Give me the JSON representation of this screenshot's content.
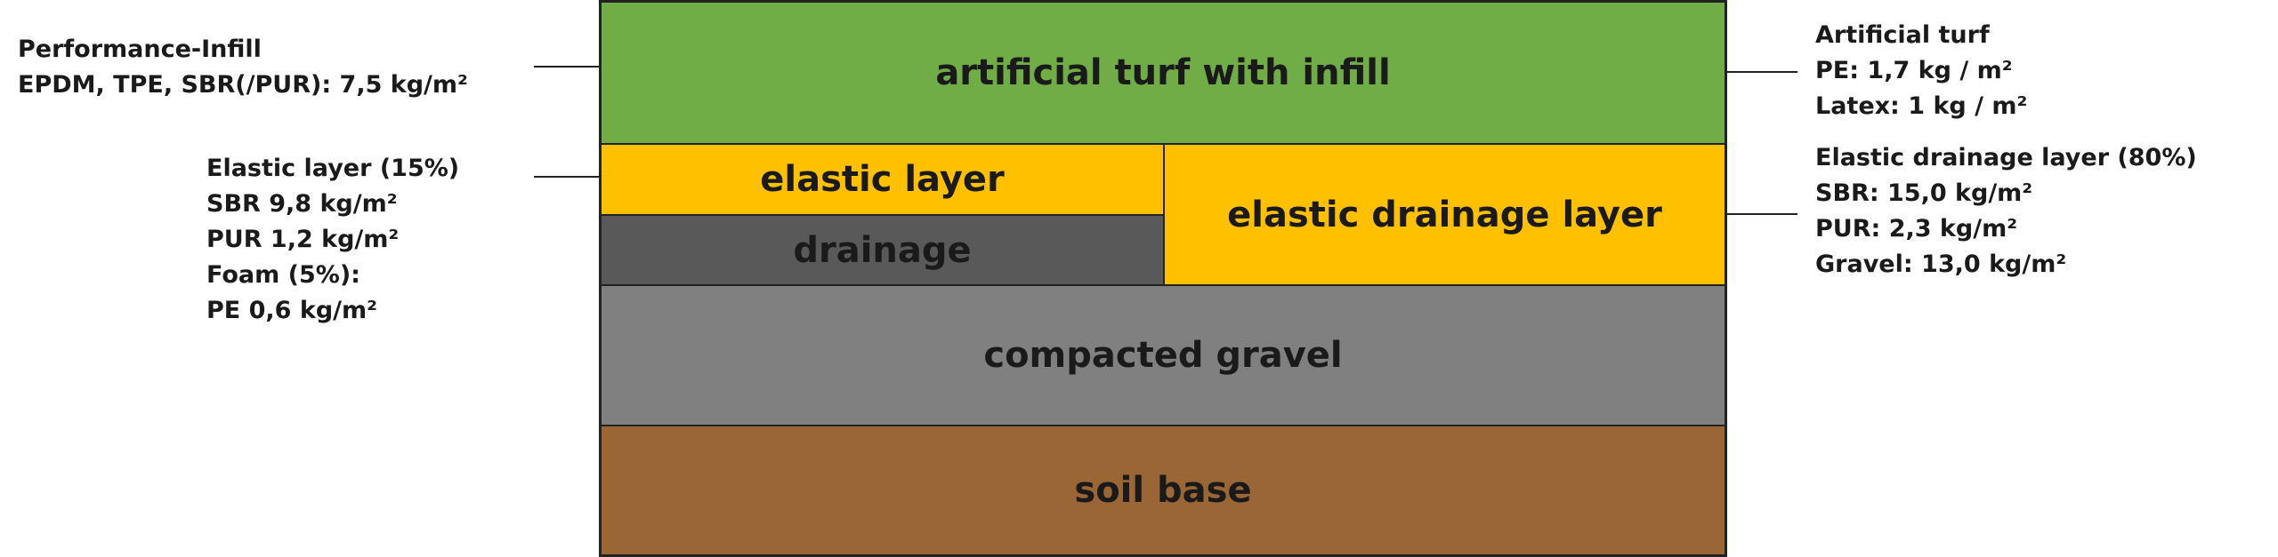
{
  "layers": {
    "turf": "artificial turf with infill",
    "elastic": "elastic layer",
    "drainage": "drainage",
    "elastic_drainage": "elastic drainage layer",
    "gravel": "compacted gravel",
    "soil": "soil base"
  },
  "annotations": {
    "performance_infill": [
      "Performance-Infill",
      "EPDM, TPE, SBR(/PUR):  7,5 kg/m²"
    ],
    "elastic_layer": [
      "Elastic layer (15%)",
      "SBR  9,8 kg/m²",
      "PUR 1,2 kg/m²",
      "Foam (5%):",
      "PE 0,6 kg/m²"
    ],
    "artificial_turf": [
      "Artificial turf",
      "PE: 1,7 kg / m²",
      "Latex: 1 kg / m²"
    ],
    "elastic_drainage": [
      "Elastic drainage layer (80%)",
      "SBR:  15,0 kg/m²",
      "PUR:  2,3 kg/m²",
      "Gravel: 13,0 kg/m²"
    ]
  },
  "colors": {
    "turf": "#70ad47",
    "elastic": "#ffc000",
    "drainage": "#595959",
    "gravel": "#808080",
    "soil": "#9a6635"
  }
}
